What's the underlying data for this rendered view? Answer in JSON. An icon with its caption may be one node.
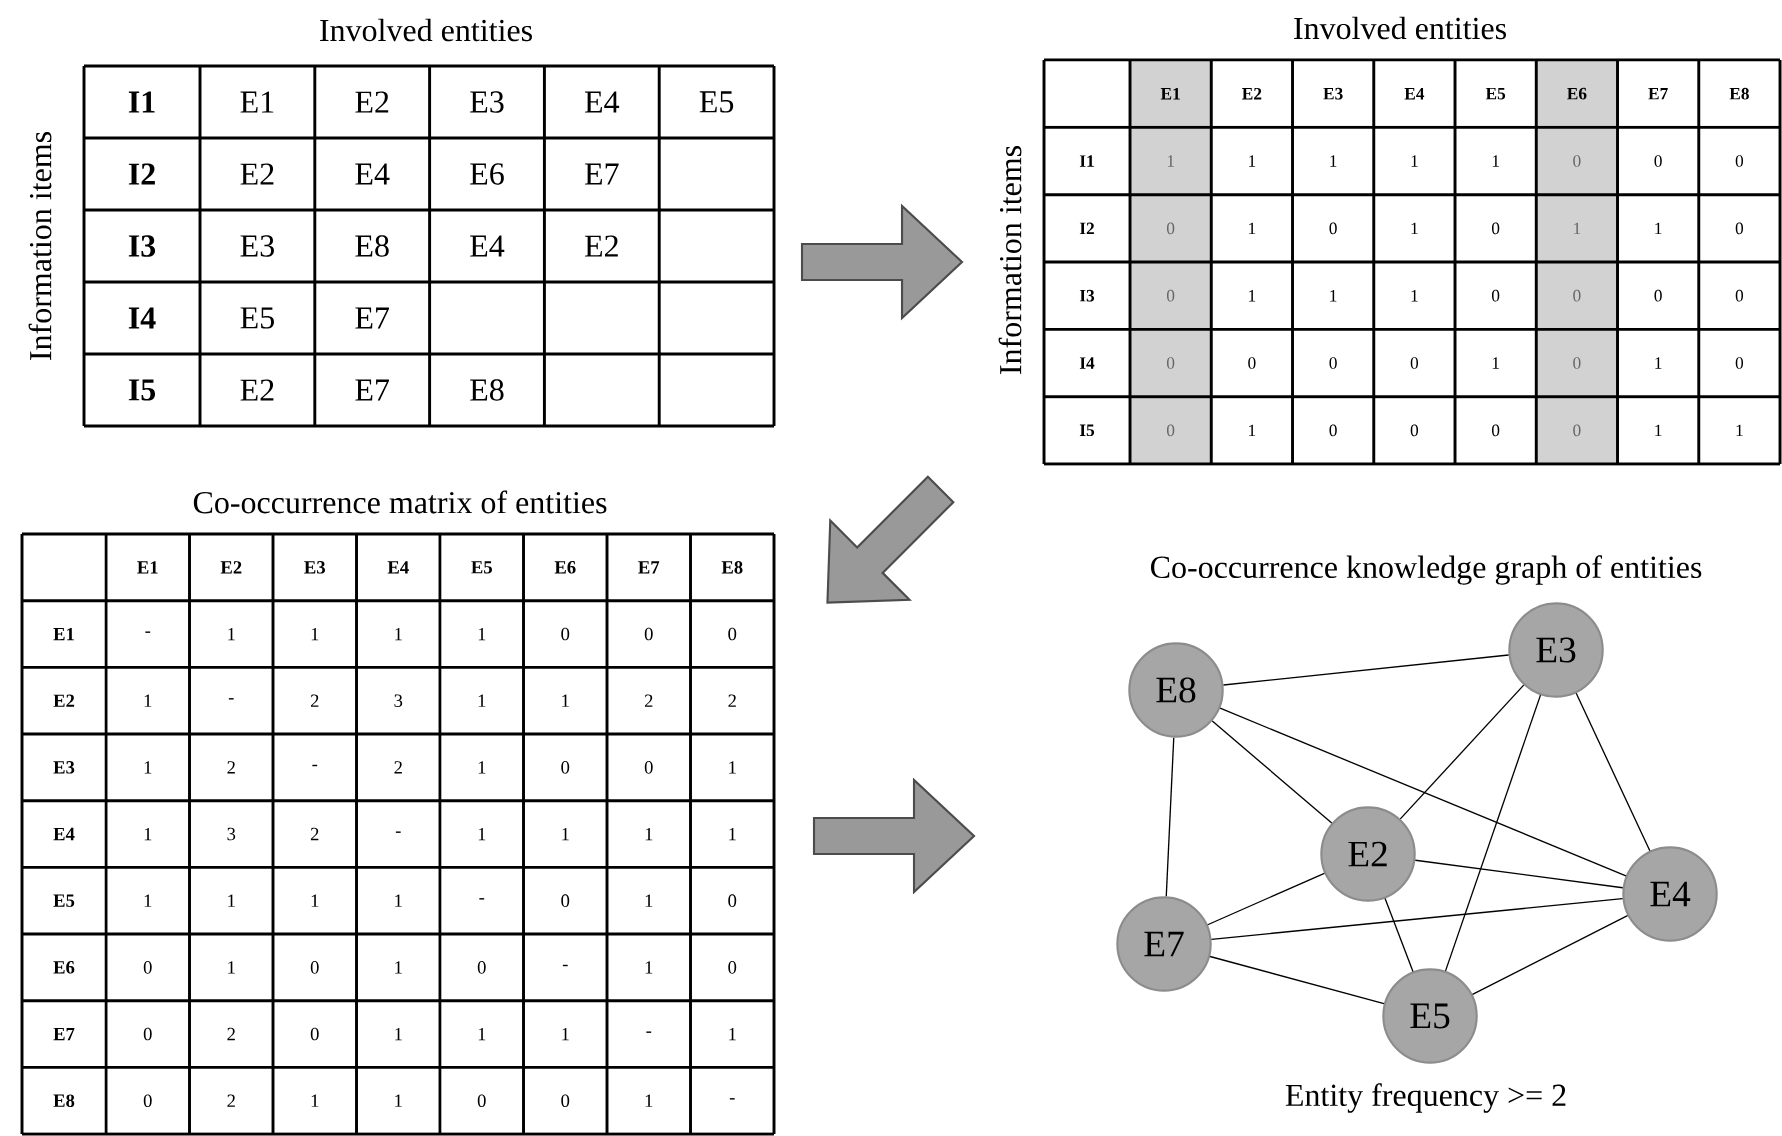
{
  "diagram": {
    "nodes": [
      {
        "text": [
          "E8"
        ]
      },
      {
        "text": [
          "E3"
        ]
      },
      {
        "text": [
          "E2"
        ]
      },
      {
        "text": [
          "E4"
        ]
      },
      {
        "text": [
          "E7"
        ]
      },
      {
        "text": [
          "E5"
        ]
      }
    ],
    "edges": [
      {
        "from": 0,
        "to": 1,
        "arrow": "none"
      },
      {
        "from": 0,
        "to": 2,
        "arrow": "none"
      },
      {
        "from": 0,
        "to": 3,
        "arrow": "none"
      },
      {
        "from": 0,
        "to": 4,
        "arrow": "none"
      },
      {
        "from": 1,
        "to": 2,
        "arrow": "none"
      },
      {
        "from": 1,
        "to": 5,
        "arrow": "none"
      },
      {
        "from": 1,
        "to": 3,
        "arrow": "none"
      },
      {
        "from": 2,
        "to": 3,
        "arrow": "none"
      },
      {
        "from": 2,
        "to": 4,
        "arrow": "none"
      },
      {
        "from": 2,
        "to": 5,
        "arrow": "none"
      },
      {
        "from": 4,
        "to": 3,
        "arrow": "none"
      },
      {
        "from": 4,
        "to": 5,
        "arrow": "none"
      },
      {
        "from": 5,
        "to": 3,
        "arrow": "none"
      }
    ],
    "labels": [
      "Involved entities",
      "Involved entities",
      "Information items",
      "I1",
      "E1",
      "E2",
      "E3",
      "E4",
      "E5",
      "I2",
      "E2",
      "E4",
      "E6",
      "E7",
      "I3",
      "E3",
      "E8",
      "E4",
      "E2",
      "I4",
      "E5",
      "E7",
      "I5",
      "E2",
      "E7",
      "E8",
      "Information items",
      "E1",
      "E2",
      "E3",
      "E4",
      "E5",
      "E6",
      "E7",
      "E8",
      "I1",
      "1",
      "1",
      "1",
      "1",
      "1",
      "0",
      "0",
      "0",
      "I2",
      "0",
      "1",
      "0",
      "1",
      "0",
      "1",
      "1",
      "0",
      "I3",
      "0",
      "1",
      "1",
      "1",
      "0",
      "0",
      "0",
      "0",
      "I4",
      "0",
      "0",
      "0",
      "0",
      "1",
      "0",
      "1",
      "0",
      "I5",
      "0",
      "1",
      "0",
      "0",
      "0",
      "0",
      "1",
      "1",
      "Co-occurrence matrix of entities",
      "E1",
      "E2",
      "E3",
      "E4",
      "E5",
      "E6",
      "E7",
      "E8",
      "E1",
      "-",
      "1",
      "1",
      "1",
      "1",
      "0",
      "0",
      "0",
      "E2",
      "1",
      "-",
      "2",
      "3",
      "1",
      "1",
      "2",
      "2",
      "E3",
      "1",
      "2",
      "-",
      "2",
      "1",
      "0",
      "0",
      "1",
      "E4",
      "1",
      "3",
      "2",
      "-",
      "1",
      "1",
      "1",
      "1",
      "E5",
      "1",
      "1",
      "1",
      "1",
      "-",
      "0",
      "1",
      "0",
      "E6",
      "0",
      "1",
      "0",
      "1",
      "0",
      "-",
      "1",
      "0",
      "E7",
      "0",
      "2",
      "0",
      "1",
      "1",
      "1",
      "-",
      "1",
      "E8",
      "0",
      "2",
      "1",
      "1",
      "0",
      "0",
      "1",
      "-",
      "Co-occurrence knowledge graph of entities",
      "Entity frequency >= 2"
    ]
  }
}
